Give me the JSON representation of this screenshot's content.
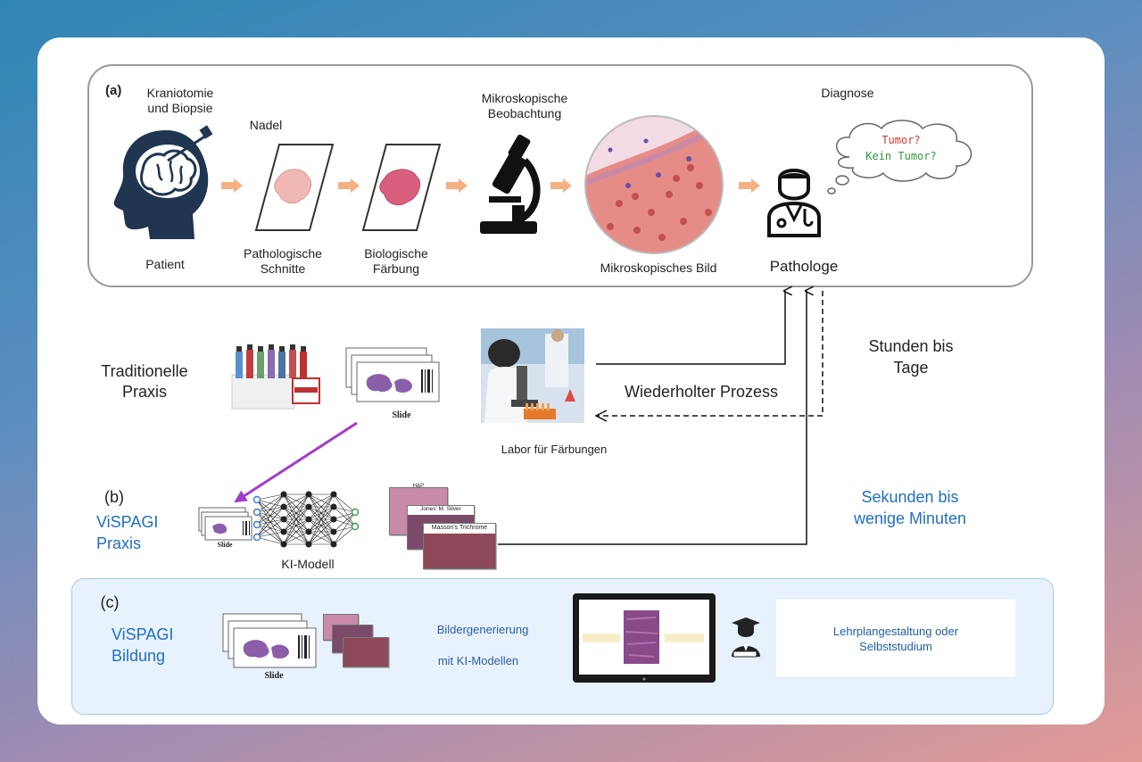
{
  "panel_a": {
    "tag": "(a)",
    "step_top": {
      "craniotomy": "Kraniotomie\nund Biopsie",
      "needle": "Nadel",
      "observation": "Mikroskopische\nBeobachtung",
      "diagnosis": "Diagnose"
    },
    "step_bottom": {
      "patient": "Patient",
      "sections": "Pathologische\nSchnitte",
      "staining": "Biologische\nFärbung",
      "image": "Mikroskopisches Bild",
      "pathologist": "Pathologe"
    },
    "thought": {
      "line1": "Tumor?",
      "line2": "Kein Tumor?",
      "line1_color": "#d23a2a",
      "line2_color": "#2f9a3a"
    }
  },
  "traditional": {
    "label": "Traditionelle\nPraxis",
    "slide_caption": "Slide",
    "lab_caption": "Labor für Färbungen",
    "repeat_label": "Wiederholter Prozess",
    "time_label": "Stunden bis\nTage"
  },
  "panel_b": {
    "tag": "(b)",
    "label": "ViSPAGI\nPraxis",
    "slide_caption": "Slide",
    "model_caption": "KI-Modell",
    "stain_labels": [
      "H&P",
      "Jones' M. Silver",
      "Masson's Trichrome"
    ],
    "time_label": "Sekunden bis\nwenige Minuten"
  },
  "panel_c": {
    "tag": "(c)",
    "label": "ViSPAGI\nBildung",
    "slide_caption": "Slide",
    "gen_label_1": "Bildergenerierung",
    "gen_label_2": "mit KI-Modellen",
    "outcome": "Lehrplangestaltung oder\nSelbststudium"
  },
  "colors": {
    "accent_blue": "#1f6fc0",
    "arrow_orange": "#f4b183",
    "purple_arrow": "#a23cc8",
    "tissue_pink": "#c9789e"
  }
}
